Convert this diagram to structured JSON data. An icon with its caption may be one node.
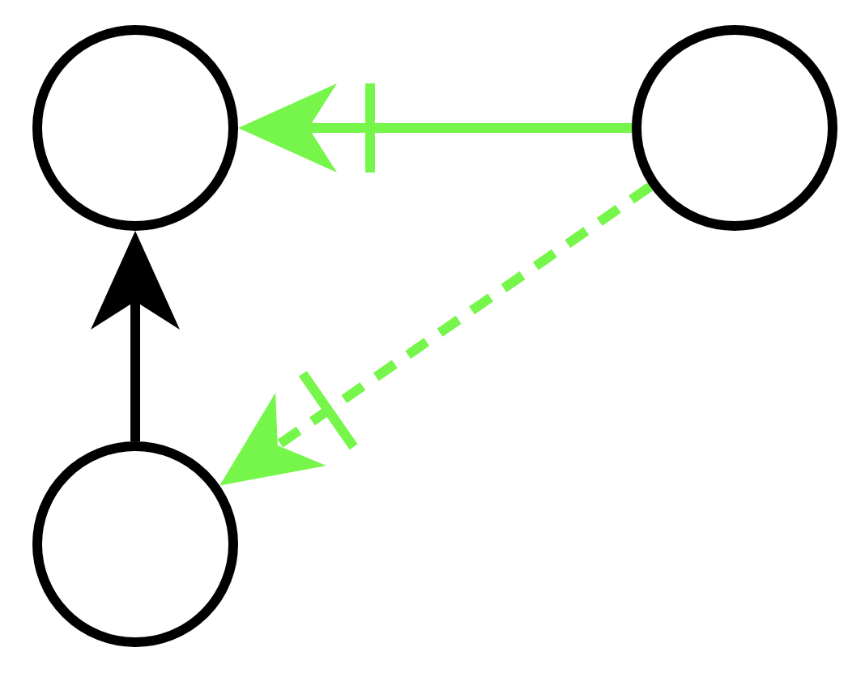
{
  "diagram": {
    "nodes": [
      {
        "text": [],
        "shape": "circle"
      },
      {
        "text": [],
        "shape": "circle"
      },
      {
        "text": [],
        "shape": "circle"
      }
    ],
    "edges": [
      {
        "from": 1,
        "to": 0,
        "arrow": "to",
        "color": "#76f64a"
      },
      {
        "from": 1,
        "to": 2,
        "arrow": "to",
        "style": "dashed",
        "color": "#76f64a"
      },
      {
        "from": 2,
        "to": 0,
        "arrow": "to",
        "color": "#000000"
      }
    ]
  }
}
